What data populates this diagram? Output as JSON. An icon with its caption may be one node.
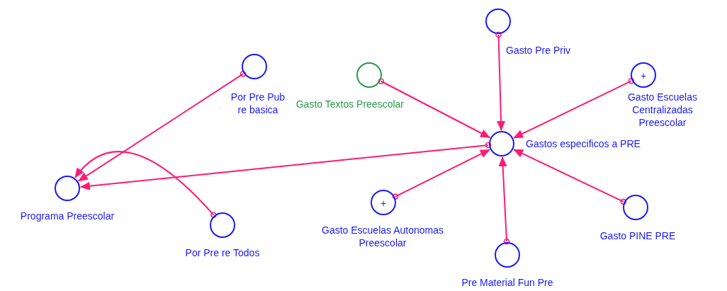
{
  "diagram": {
    "nodes": [
      {
        "text": [
          "Gasto Pre Priv"
        ]
      },
      {
        "text": [
          "Por Pre Pub re basica"
        ]
      },
      {
        "text": [
          "Gasto Textos Preescolar"
        ]
      },
      {
        "text": [
          "Gasto Escuelas Centralizadas Preescolar"
        ]
      },
      {
        "text": [
          "Gastos especificos a PRE"
        ]
      },
      {
        "text": [
          "Programa Preescolar"
        ]
      },
      {
        "text": [
          "Gasto Escuelas Autonomas Preescolar"
        ]
      },
      {
        "text": [
          "Gasto PINE PRE"
        ]
      },
      {
        "text": [
          "Por Pre re Todos"
        ]
      },
      {
        "text": [
          "Pre Material Fun Pre"
        ]
      }
    ],
    "edges": [
      {
        "from": 1,
        "to": 5,
        "arrow": "to"
      },
      {
        "from": 8,
        "to": 5,
        "arrow": "to"
      },
      {
        "from": 4,
        "to": 5,
        "arrow": "to"
      },
      {
        "from": 2,
        "to": 4,
        "arrow": "to"
      },
      {
        "from": 0,
        "to": 4,
        "arrow": "to"
      },
      {
        "from": 3,
        "to": 4,
        "arrow": "to"
      },
      {
        "from": 6,
        "to": 4,
        "arrow": "to"
      },
      {
        "from": 9,
        "to": 4,
        "arrow": "to"
      },
      {
        "from": 7,
        "to": 4,
        "arrow": "to"
      }
    ],
    "labels": [
      "+",
      "+"
    ]
  }
}
